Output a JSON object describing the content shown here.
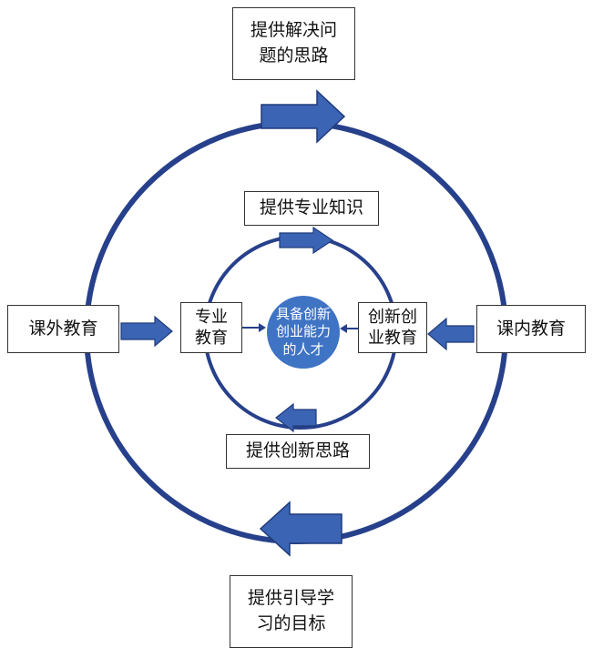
{
  "diagram": {
    "top_box": {
      "line1": "提供解决问",
      "line2": "题的思路"
    },
    "bottom_box": {
      "line1": "提供引导学",
      "line2": "习的目标"
    },
    "left_outer_box": "课外教育",
    "right_outer_box": "课内教育",
    "inner_top_label": "提供专业知识",
    "inner_bottom_label": "提供创新思路",
    "inner_left_box": {
      "line1": "专业",
      "line2": "教育"
    },
    "inner_right_box": {
      "line1": "创新创",
      "line2": "业教育"
    },
    "center": {
      "line1": "具备创新",
      "line2": "创业能力",
      "line3": "的人才"
    }
  },
  "colors": {
    "ring": "#27408B",
    "arrow_fill": "#3C64B4",
    "arrow_stroke": "#1F3A7A",
    "center_fill": "#3F73C4",
    "box_border": "#333333"
  }
}
